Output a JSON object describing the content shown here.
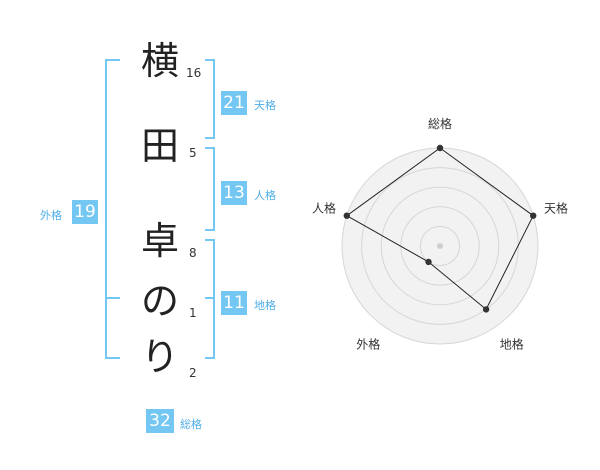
{
  "name_chars": [
    "横",
    "田",
    "卓",
    "の",
    "り"
  ],
  "stroke_counts": [
    "16",
    "5",
    "8",
    "1",
    "2"
  ],
  "fortunes": {
    "tenkaku": {
      "value": "21",
      "label": "天格"
    },
    "jinkaku": {
      "value": "13",
      "label": "人格"
    },
    "chikaku": {
      "value": "11",
      "label": "地格"
    },
    "gaikaku": {
      "value": "19",
      "label": "外格"
    },
    "soukaku": {
      "value": "32",
      "label": "総格"
    }
  },
  "chart_data": {
    "type": "radar",
    "axes": [
      "総格",
      "天格",
      "地格",
      "外格",
      "人格"
    ],
    "values": [
      5,
      5,
      4,
      1,
      5
    ],
    "max": 5
  }
}
